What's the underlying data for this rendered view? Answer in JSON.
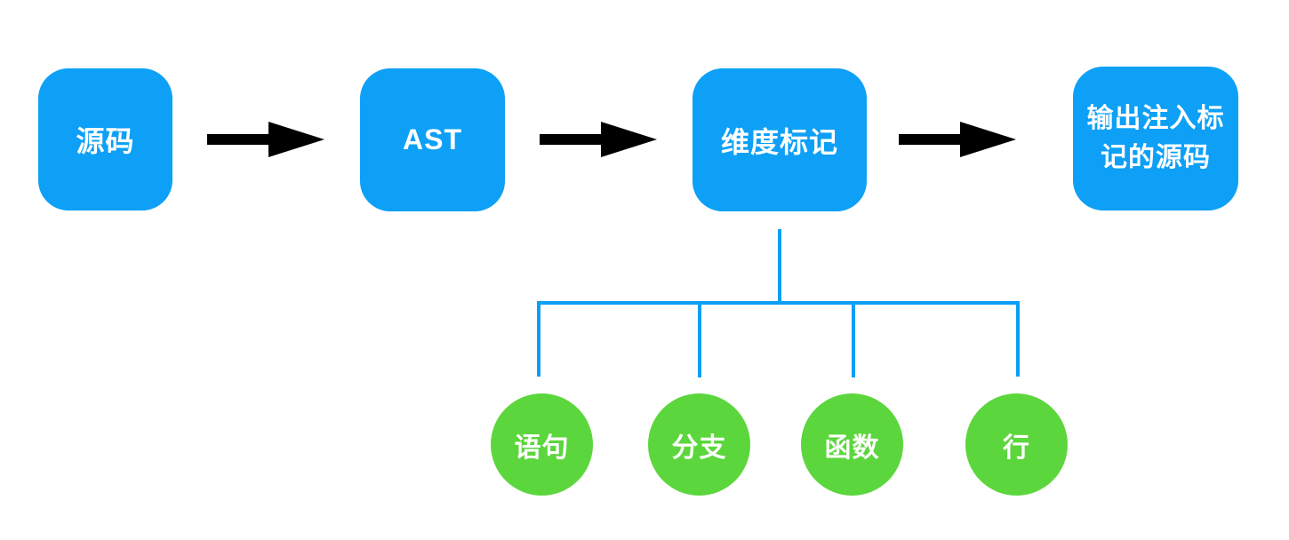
{
  "diagram": {
    "title": "coverage-instrumentation-flow",
    "flow_nodes": [
      {
        "label": "源码"
      },
      {
        "label": "AST"
      },
      {
        "label": "维度标记"
      },
      {
        "label": "输出注入标记的源码"
      }
    ],
    "branch_nodes": [
      {
        "label": "语句"
      },
      {
        "label": "分支"
      },
      {
        "label": "函数"
      },
      {
        "label": "行"
      }
    ],
    "colors": {
      "flow_node_fill": "#0DA0F6",
      "branch_node_fill": "#5CD63D",
      "connector_line": "#0A9FF7",
      "arrow": "#000000",
      "text": "#FFFFFF",
      "background": "#FFFFFF"
    }
  }
}
